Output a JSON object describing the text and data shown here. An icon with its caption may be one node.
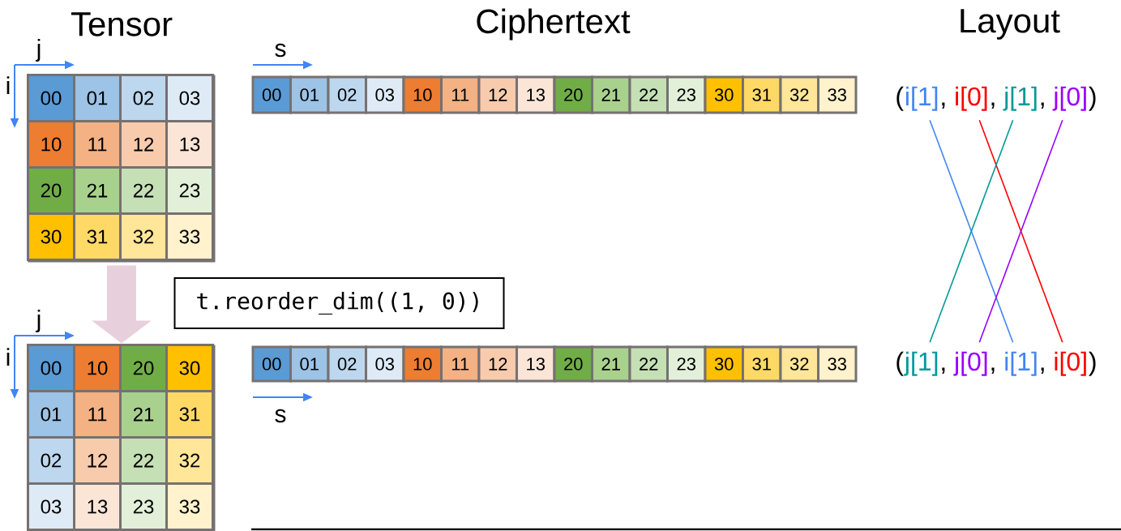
{
  "diagram": {
    "nodes": [
      {
        "text": [],
        "shape": "box"
      },
      {
        "text": [
          "00"
        ],
        "in": 0
      },
      {
        "text": [
          "01"
        ],
        "in": 0
      },
      {
        "text": [
          "02"
        ],
        "in": 0
      },
      {
        "text": [
          "03"
        ],
        "in": 0
      },
      {
        "text": [
          "10"
        ],
        "in": 0
      },
      {
        "text": [
          "11"
        ],
        "in": 0
      },
      {
        "text": [
          "12"
        ],
        "in": 0
      },
      {
        "text": [
          "13"
        ],
        "in": 0
      },
      {
        "text": [
          "20"
        ],
        "in": 0
      },
      {
        "text": [
          "21"
        ],
        "in": 0
      },
      {
        "text": [
          "22"
        ],
        "in": 0
      },
      {
        "text": [
          "23"
        ],
        "in": 0
      },
      {
        "text": [
          "30"
        ],
        "in": 0
      },
      {
        "text": [
          "31"
        ],
        "in": 0
      },
      {
        "text": [
          "32"
        ],
        "in": 0
      },
      {
        "text": [
          "33"
        ],
        "in": 0
      },
      {
        "text": [
          "00"
        ]
      },
      {
        "text": [
          "01"
        ]
      },
      {
        "text": [
          "02"
        ]
      },
      {
        "text": [
          "03"
        ]
      },
      {
        "text": [
          "10"
        ]
      },
      {
        "text": [
          "11"
        ]
      },
      {
        "text": [
          "12"
        ]
      },
      {
        "text": [
          "13"
        ]
      },
      {
        "text": [
          "20"
        ]
      },
      {
        "text": [
          "21"
        ]
      },
      {
        "text": [
          "22"
        ]
      },
      {
        "text": [
          "23"
        ]
      },
      {
        "text": [
          "30"
        ]
      },
      {
        "text": [
          "31"
        ]
      },
      {
        "text": [
          "32"
        ]
      },
      {
        "text": [
          "33"
        ]
      },
      {
        "text": [
          "t.reorder_dim((1, 0))"
        ]
      },
      {
        "text": [],
        "shape": "box"
      },
      {
        "text": [
          "00"
        ],
        "in": 34
      },
      {
        "text": [
          "10"
        ],
        "in": 34
      },
      {
        "text": [
          "20"
        ],
        "in": 34
      },
      {
        "text": [
          "30"
        ],
        "in": 34
      },
      {
        "text": [
          "01"
        ],
        "in": 34
      },
      {
        "text": [
          "11"
        ],
        "in": 34
      },
      {
        "text": [
          "21"
        ],
        "in": 34
      },
      {
        "text": [
          "31"
        ],
        "in": 34
      },
      {
        "text": [
          "02"
        ],
        "in": 34
      },
      {
        "text": [
          "12"
        ],
        "in": 34
      },
      {
        "text": [
          "22"
        ],
        "in": 34
      },
      {
        "text": [
          "32"
        ],
        "in": 34
      },
      {
        "text": [
          "03"
        ],
        "in": 34
      },
      {
        "text": [
          "13"
        ],
        "in": 34
      },
      {
        "text": [
          "23"
        ],
        "in": 34
      },
      {
        "text": [
          "33"
        ],
        "in": 34
      },
      {
        "text": [
          "00"
        ]
      },
      {
        "text": [
          "01"
        ]
      },
      {
        "text": [
          "02"
        ]
      },
      {
        "text": [
          "03"
        ]
      },
      {
        "text": [
          "10"
        ]
      },
      {
        "text": [
          "11"
        ]
      },
      {
        "text": [
          "12"
        ]
      },
      {
        "text": [
          "13"
        ]
      },
      {
        "text": [
          "20"
        ]
      },
      {
        "text": [
          "21"
        ]
      },
      {
        "text": [
          "22"
        ]
      },
      {
        "text": [
          "23"
        ]
      },
      {
        "text": [
          "30"
        ]
      },
      {
        "text": [
          "31"
        ]
      },
      {
        "text": [
          "32"
        ]
      },
      {
        "text": [
          "33"
        ]
      },
      {
        "text": [
          "i[1]"
        ]
      },
      {
        "text": [
          "i[0]"
        ]
      },
      {
        "text": [
          "j[1]"
        ]
      },
      {
        "text": [
          "j[0]"
        ]
      },
      {
        "text": [
          "j[1]"
        ]
      },
      {
        "text": [
          "j[0]"
        ]
      },
      {
        "text": [
          "i[1]"
        ]
      },
      {
        "text": [
          "i[0]"
        ]
      }
    ],
    "edges": [
      {
        "from": 0,
        "to": 34,
        "arrow": "to",
        "style": "thick",
        "color": "#e8cfdc"
      },
      {
        "from": 67,
        "to": 73,
        "arrow": "none",
        "color": "#4285f4"
      },
      {
        "from": 68,
        "to": 74,
        "arrow": "none",
        "color": "#ff0000"
      },
      {
        "from": 69,
        "to": 71,
        "arrow": "none",
        "color": "#009999"
      },
      {
        "from": 70,
        "to": 72,
        "arrow": "none",
        "color": "#9900ff"
      }
    ],
    "labels": [
      "Tensor",
      "Ciphertext",
      "Layout",
      "j",
      "s",
      "i",
      "(",
      ",",
      ",",
      ",",
      ")",
      "j",
      "i",
      "(",
      ",",
      ",",
      ",",
      ")",
      "s"
    ]
  }
}
